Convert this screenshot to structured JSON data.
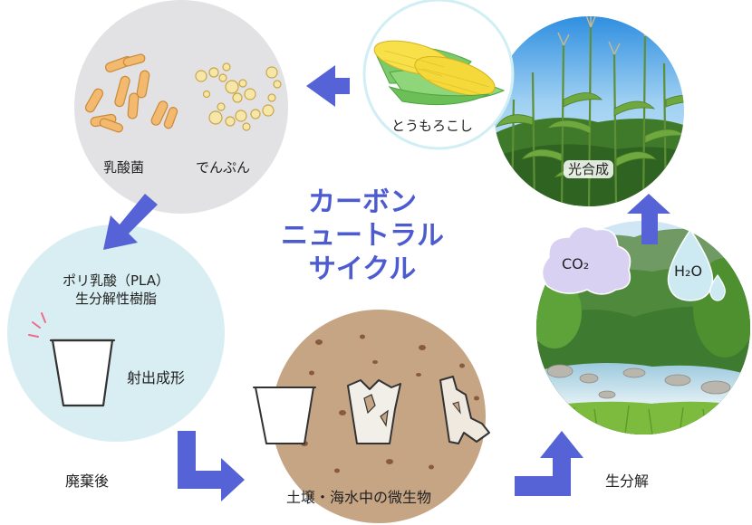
{
  "title": {
    "line1": "カーボン",
    "line2": "ニュートラル",
    "line3": "サイクル"
  },
  "nodes": {
    "bacteria_label": "乳酸菌",
    "starch_label": "でんぷん",
    "corn_label": "とうもろこし",
    "photosynthesis_label": "光合成",
    "pla_line1": "ポリ乳酸（PLA）",
    "pla_line2": "生分解性樹脂",
    "molding_label": "射出成形",
    "after_disposal_label": "廃棄後",
    "microbes_label": "土壌・海水中の微生物",
    "biodegradation_label": "生分解",
    "co2_label": "CO₂",
    "h2o_label": "H₂O"
  },
  "colors": {
    "arrow": "#5563d6",
    "title": "#4d5bd1",
    "circle_grey": "#e2e2e4",
    "circle_lightblue": "#d9eef2",
    "circle_soil": "#c6a584",
    "cloud": "#d9d1f2",
    "drop": "#cdeaf3"
  }
}
